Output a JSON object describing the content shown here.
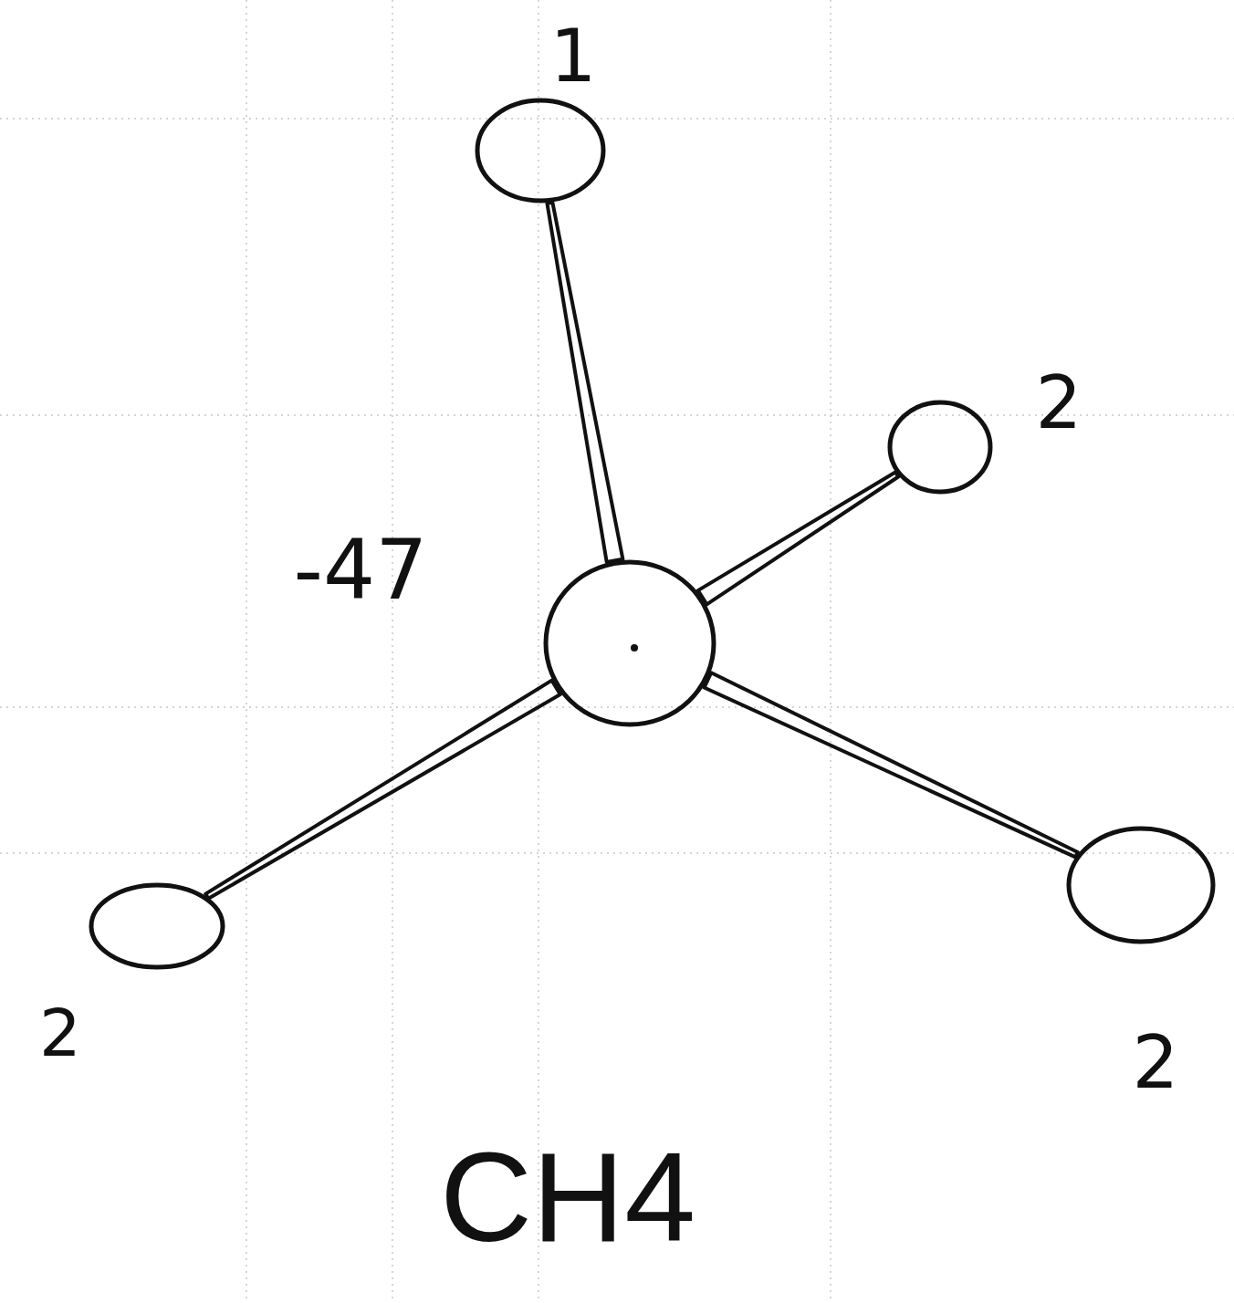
{
  "diagram": {
    "caption": "CH4",
    "nodes": [
      {
        "text": [
          "1"
        ]
      },
      {
        "text": [
          "2"
        ]
      },
      {
        "text": [
          "-47"
        ]
      },
      {
        "text": [
          "2"
        ]
      },
      {
        "text": [
          "2"
        ]
      }
    ],
    "edges": [
      {
        "from": 2,
        "to": 0,
        "arrow": "none"
      },
      {
        "from": 2,
        "to": 1,
        "arrow": "none"
      },
      {
        "from": 2,
        "to": 3,
        "arrow": "none"
      },
      {
        "from": 2,
        "to": 4,
        "arrow": "none"
      }
    ]
  }
}
